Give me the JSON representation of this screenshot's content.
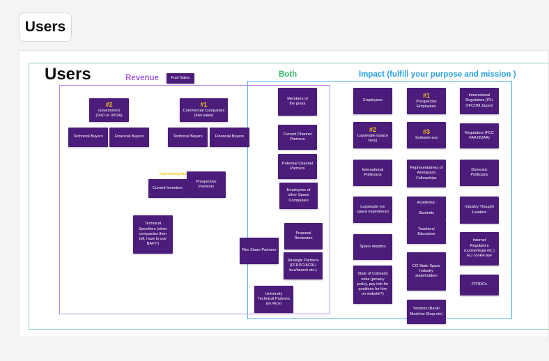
{
  "tab_title": "Users",
  "board": {
    "title": "Users",
    "headers": {
      "revenue": "Revenue",
      "both": "Both",
      "impact": "Impact (fulfill your purpose and mission )"
    },
    "fuel_sales": "Fuel Sales",
    "notes": {
      "government": {
        "rank": "#2",
        "text": "Government\n(DoD or UKSA)"
      },
      "commercial": {
        "rank": "#1",
        "text": "Commercial Companies\n(fuel sales)"
      },
      "tech_buyers_1": {
        "text": "Technical Buyers"
      },
      "fin_buyers_1": {
        "text": "Financial Buyers"
      },
      "tech_buyers_2": {
        "text": "Technical Buyers"
      },
      "fin_buyers_2": {
        "text": "Financial Buyers"
      },
      "impressing": {
        "tag": "Impressing them is by-product"
      },
      "current_investors": {
        "text": "Current Investors"
      },
      "prospective_investors": {
        "text": "Prospective\nInvestors"
      },
      "tech_specifiers": {
        "text": "Technical\nSpecifiers (other\ncompanies then\ntell, have to use\nBAFT!)"
      },
      "press": {
        "text": "Members of\nthe press"
      },
      "channel_partners": {
        "text": "Current Channel\nPartners"
      },
      "potential_channel": {
        "text": "Potential Channel\nPartners"
      },
      "employees_other": {
        "text": "Employees of\nother Space\nCompanies"
      },
      "proposal_reviewers": {
        "text": "Proposal\nReviewers"
      },
      "rev_share": {
        "text": "Rev Share Partners"
      },
      "strategic_partners": {
        "text": "Strategic Partners\n(FFRDC/AFRL/\nbus/launch etc.)"
      },
      "university": {
        "text": "University\nTechnical Partners\n(ex Rice)"
      },
      "employees": {
        "text": "Employees"
      },
      "laypeople_fans": {
        "rank": "#2",
        "text": "Laypeople (space\nfans)"
      },
      "intl_politicians": {
        "text": "International\nPoliticians"
      },
      "laypeople_no_exp": {
        "text": "Laypeople (no\nspace experience)"
      },
      "space_skeptics": {
        "text": "Space skeptics"
      },
      "colorado": {
        "text": "State of Colorado\nrules (privacy\npolicy, pay info for\npositions for hire\non website?)"
      },
      "prospective_employees": {
        "rank": "#1",
        "text": "Prospective\nEmployees"
      },
      "suitesess": {
        "rank": "#3",
        "text": "Suitesee-sos"
      },
      "representatives": {
        "text": "Representatives of\nAerospace\nFellowships"
      },
      "academia": {
        "text": "Academia:\n\nStudents"
      },
      "teachers": {
        "text": "Teachers/\nEducators"
      },
      "co_state": {
        "text": "CO State Space\nIndustry\nstakeholders"
      },
      "vendors": {
        "text": "Vendors (Bank/\nMachine Shop etc)"
      },
      "intl_regulators": {
        "text": "International\nRegulators (ITU\nOFCOM Japan)"
      },
      "regulators": {
        "text": "Regulators (FCC\nFAA NOAA)"
      },
      "domestic_politicians": {
        "text": "Domestic\nPoliticians"
      },
      "thought_leaders": {
        "text": "Industry Thought\nLeaders"
      },
      "internet_regulators": {
        "text": "Internet\nRegulators\n(cookie/legal etc.)\nEU cookie law"
      },
      "ffrdcs": {
        "text": "FFRDCs"
      }
    }
  }
}
